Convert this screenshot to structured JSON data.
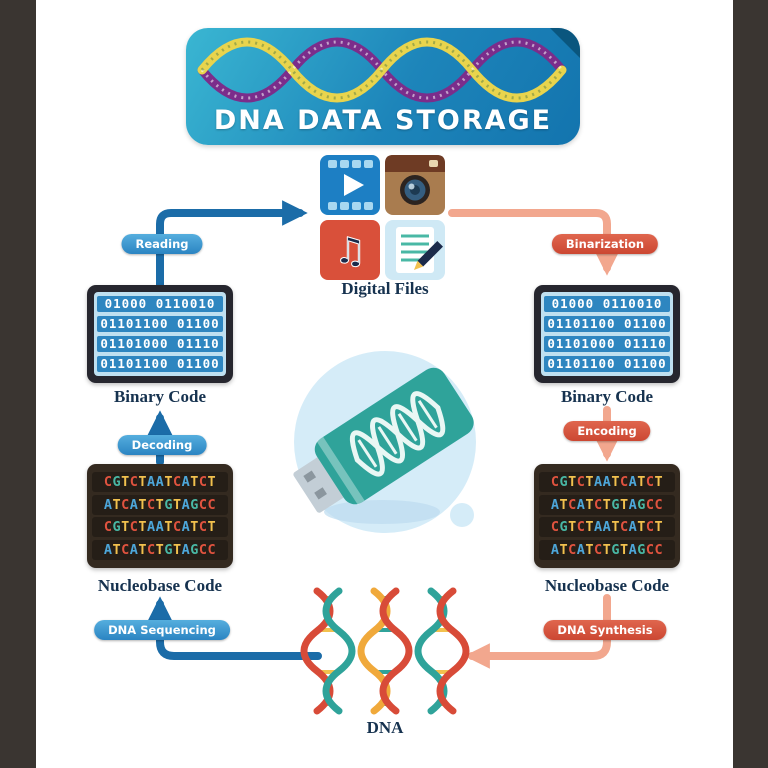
{
  "banner": {
    "title": "DNA DATA STORAGE"
  },
  "digital_files": {
    "label": "Digital Files",
    "icons": [
      "video-icon",
      "camera-icon",
      "music-icon",
      "document-icon"
    ]
  },
  "flow_labels": {
    "reading": "Reading",
    "binarization": "Binarization",
    "decoding": "Decoding",
    "encoding": "Encoding",
    "dna_sequencing": "DNA Sequencing",
    "dna_synthesis": "DNA Synthesis"
  },
  "binary_left": {
    "label": "Binary Code",
    "lines": [
      "01000 0110010",
      "01101100 01100",
      "01101000 01110",
      "01101100 01100"
    ]
  },
  "binary_right": {
    "label": "Binary Code",
    "lines": [
      "01000 0110010",
      "01101100 01100",
      "01101000 01110",
      "01101100 01100"
    ]
  },
  "nucleobase_left": {
    "label": "Nucleobase Code",
    "lines": [
      "CGTCTAATCATCT",
      "ATCATCTGTAGCC",
      "CGTCTAATCATCT",
      "ATCATCTGTAGCC"
    ]
  },
  "nucleobase_right": {
    "label": "Nucleobase Code",
    "lines": [
      "CGTCTAATCATCT",
      "ATCATCTGTAGCC",
      "CGTCTAATCATCT",
      "ATCATCTGTAGCC"
    ]
  },
  "dna": {
    "label": "DNA"
  },
  "colors": {
    "arrow_blue": "#1b6ca8",
    "arrow_salmon": "#f2a78e",
    "pill_blue": "#3e97cc",
    "pill_red": "#d9503a",
    "usb_teal": "#2fa39a",
    "banner_yellow_strand": "#e8d44d",
    "banner_purple_strand": "#7b2d8b",
    "bases": {
      "A": "#4da6d9",
      "T": "#f2c14e",
      "C": "#e0533f",
      "G": "#49b8a5"
    }
  }
}
